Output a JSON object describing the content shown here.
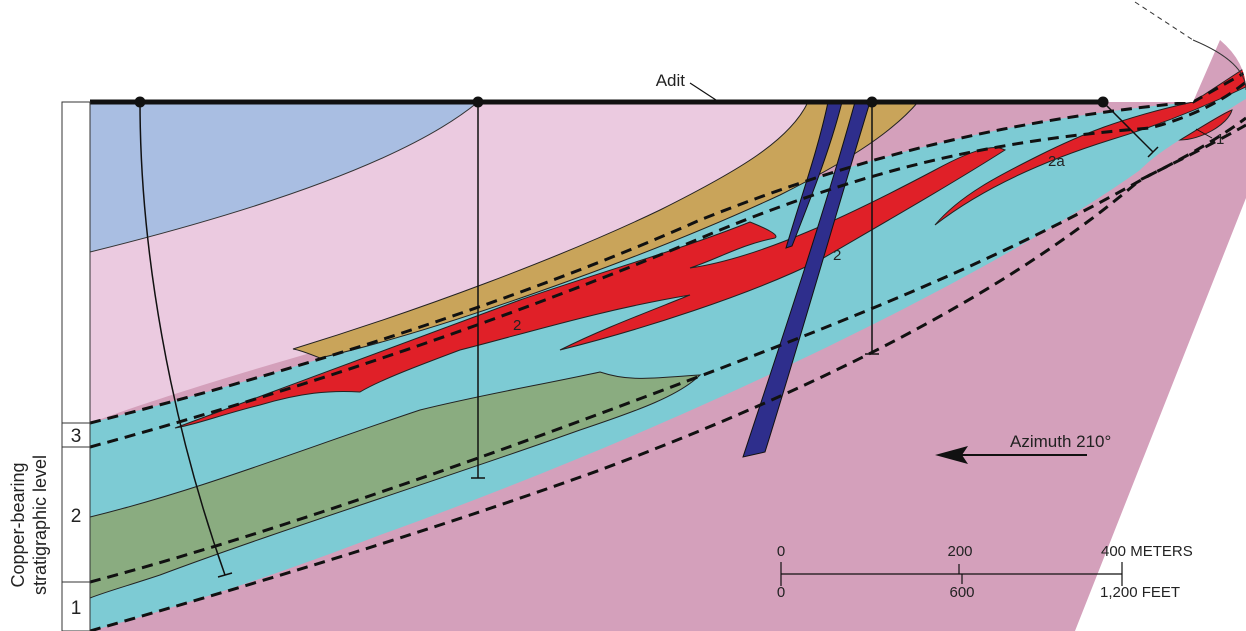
{
  "labels": {
    "adit": "Adit",
    "zone_2": "2",
    "zone_2a": "2a",
    "zone_1": "1",
    "azimuth": "Azimuth 210°"
  },
  "vertical_axis": {
    "title_line1": "Copper-bearing",
    "title_line2": "stratigraphic level",
    "levels": [
      "3",
      "2",
      "1"
    ]
  },
  "scale_bar": {
    "meters": [
      "0",
      "200",
      "400 METERS"
    ],
    "feet": [
      "0",
      "600",
      "1,200 FEET"
    ]
  },
  "colors": {
    "blue_unit": "#a9bee2",
    "pink_unit": "#ebcae0",
    "tan_unit": "#c9a45a",
    "cyan_unit": "#7dcbd4",
    "green_unit": "#8aac80",
    "red_ore": "#e02028",
    "mauve_unit": "#d4a0bb",
    "dike": "#2e2e8c"
  }
}
